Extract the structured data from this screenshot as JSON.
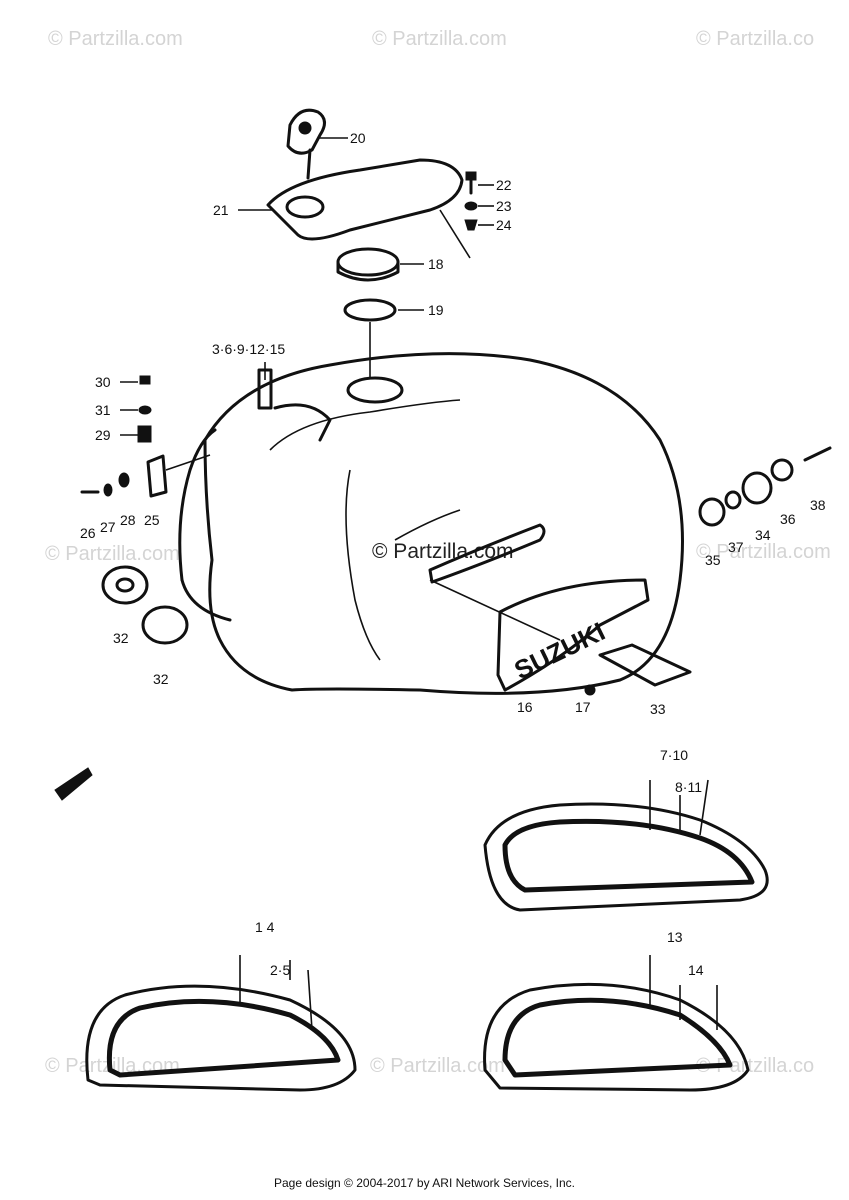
{
  "watermarks": {
    "top_left": "© Partzilla.com",
    "top_middle": "© Partzilla.com",
    "top_right": "© Partzilla.co",
    "mid_left": "© Partzilla.com",
    "center": "© Partzilla.com",
    "mid_right": "© Partzilla.com",
    "bottom_left": "© Partzilla.com",
    "bottom_middle": "© Partzilla.com",
    "bottom_right": "© Partzilla.co"
  },
  "emblem_text": "SUZUKI",
  "callouts": {
    "c1": "20",
    "c2": "21",
    "c3": "22",
    "c4": "23",
    "c5": "24",
    "c6": "18",
    "c7": "19",
    "c8": "3·6·9·12·15",
    "c9": "30",
    "c10": "31",
    "c11": "29",
    "c12": "26",
    "c13": "27",
    "c14": "28",
    "c15": "25",
    "c16": "32",
    "c17": "32",
    "c18": "16",
    "c19": "17",
    "c20": "33",
    "c21": "38",
    "c22": "36",
    "c23": "34",
    "c24": "37",
    "c25": "35",
    "c26": "7·10",
    "c27": "8·11",
    "c28": "1 4",
    "c29": "2·5",
    "c30": "13",
    "c31": "14"
  },
  "footer": "Page design © 2004-2017 by ARI Network Services, Inc."
}
